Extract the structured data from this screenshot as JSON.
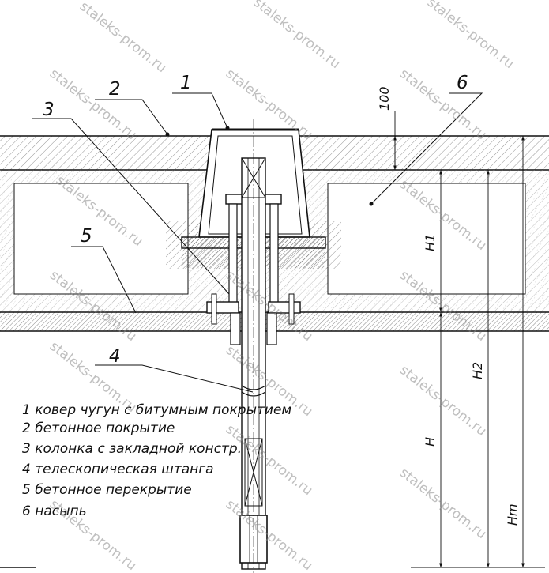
{
  "callouts": [
    "1",
    "2",
    "3",
    "4",
    "5",
    "6"
  ],
  "dimensions": {
    "top": "100",
    "h1": "H1",
    "h2": "H2",
    "h": "H",
    "ht": "Hm"
  },
  "legend": [
    "1 ковер чугун с битумным покрытием",
    "2 бетонное покрытие",
    "3 колонка с закладной констр.",
    "4 телескопическая штанга",
    "5 бетонное перекрытие",
    "6 насыпь"
  ],
  "watermark": "staleks-prom.ru",
  "colors": {
    "line": "#111111",
    "hatch": "#7a7a7a",
    "watermark": "#8a8a8a"
  }
}
